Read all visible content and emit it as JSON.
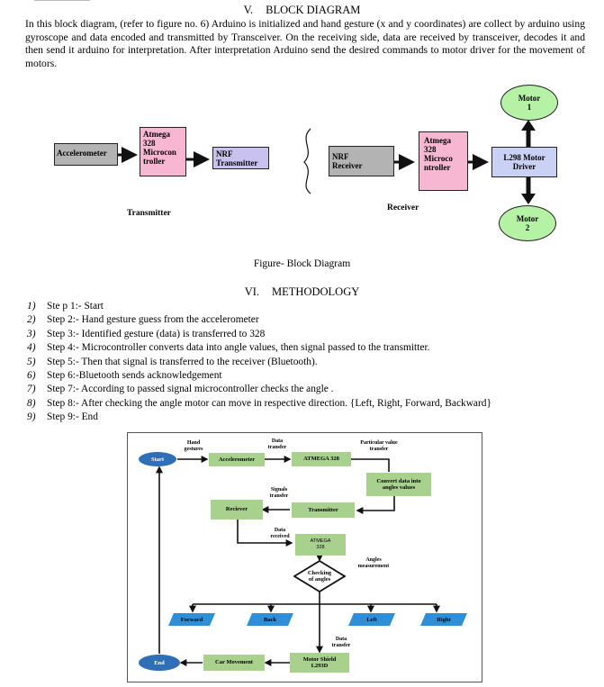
{
  "section5": {
    "number": "V.",
    "title": "BLOCK DIAGRAM",
    "paragraph": "In this block diagram, (refer to figure no. 6) Arduino is initialized and hand gesture (x and y coordinates) are collect  by arduino using gyroscope and data encoded and transmitted by Transceiver. On the receiving side, data are received by transceiver, decodes it and then send it arduino for interpretation. After interpretation Arduino send the desired commands to motor driver for the movement of motors."
  },
  "block_diagram": {
    "accelerometer": "Accelerometer",
    "atmega_tx": [
      "Atmega",
      "328",
      "Microcon",
      "troller"
    ],
    "nrf_tx": [
      "NRF",
      "Transmitter"
    ],
    "transmitter_label": "Transmitter",
    "nrf_rx": [
      "NRF",
      "Receiver"
    ],
    "atmega_rx": [
      "Atmega",
      "328",
      "Microco",
      "ntroller"
    ],
    "l298": [
      "L298 Motor",
      "Driver"
    ],
    "motor1": [
      "Motor",
      "1"
    ],
    "motor2": [
      "Motor",
      "2"
    ],
    "receiver_label": "Receiver",
    "caption": "Figure- Block Diagram"
  },
  "section6": {
    "number": "VI.",
    "title": "METHODOLOGY"
  },
  "steps": [
    {
      "n": "1)",
      "text": "Ste p 1:- Start"
    },
    {
      "n": "2)",
      "text": "Step 2:- Hand gesture guess from the accelerometer"
    },
    {
      "n": "3)",
      "text": "Step 3:- Identified gesture (data) is transferred to 328"
    },
    {
      "n": "4)",
      "text": "Step 4:- Microcontroller converts data into angle values, then signal passed to the transmitter."
    },
    {
      "n": "5)",
      "text": "Step 5:- Then that signal is transferred to the receiver (Bluetooth)."
    },
    {
      "n": "6)",
      "text": "Step 6:-Bluetooth sends acknowledgement"
    },
    {
      "n": "7)",
      "text": "Step 7:- According to passed signal microcontroller checks the angle ."
    },
    {
      "n": "8)",
      "text": "Step 8:- After checking the angle motor can move in respective direction. {Left, Right, Forward, Backward}"
    },
    {
      "n": "9)",
      "text": "Step 9:- End"
    }
  ],
  "flowchart": {
    "start": "Start",
    "end": "End",
    "hand_gestures": [
      "Hand",
      "gestures"
    ],
    "data_transfer_1": [
      "Data",
      "transfer"
    ],
    "particular_value": [
      "Particular value",
      "transfer"
    ],
    "accelerometer": "Accelerometer",
    "atmega_1": "ATMEGA  328",
    "convert": [
      "Convert data into",
      "angles values"
    ],
    "signals_transfer": [
      "Signals",
      "transfer"
    ],
    "receiver": "Reciever",
    "transmitter": "Transmitter",
    "data_received": [
      "Data",
      "received"
    ],
    "atmega_2": [
      "ATMEGA",
      "328"
    ],
    "angles_measurement": [
      "Angles",
      "measurement"
    ],
    "checking": [
      "Checking",
      "of angles"
    ],
    "forward": "Forward",
    "back": "Back",
    "left": "Left",
    "right": "Right",
    "data_transfer_2": [
      "Data",
      "transfer"
    ],
    "motor_shield": [
      "Motor Shield",
      "L293D"
    ],
    "car_movement": "Car Movement"
  }
}
